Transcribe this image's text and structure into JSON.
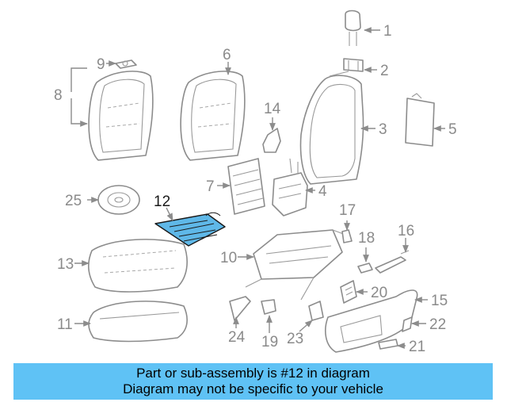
{
  "diagram": {
    "highlighted_part": "12",
    "highlight_color": "#5fb8e8",
    "callouts": [
      "1",
      "2",
      "3",
      "4",
      "5",
      "6",
      "7",
      "8",
      "9",
      "10",
      "11",
      "12",
      "13",
      "14",
      "15",
      "16",
      "17",
      "18",
      "19",
      "20",
      "21",
      "22",
      "23",
      "24",
      "25"
    ]
  },
  "banner": {
    "line1": "Part or sub-assembly is #12 in diagram",
    "line2": "Diagram may not be specific to your vehicle",
    "background": "#5fc2f5"
  }
}
